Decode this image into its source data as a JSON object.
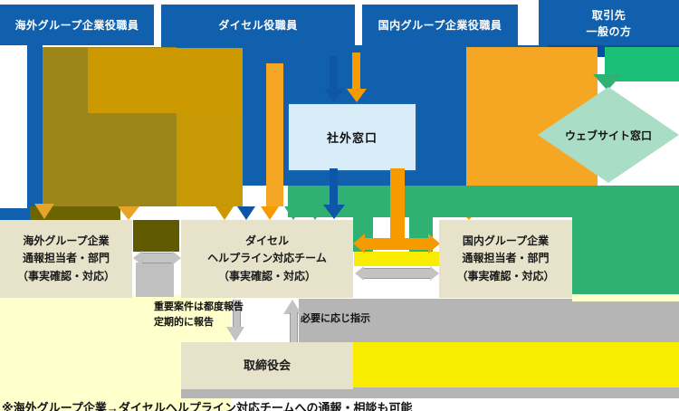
{
  "headers": [
    {
      "label": "海外グループ企業役職員"
    },
    {
      "label": "ダイセル役職員"
    },
    {
      "label": "国内グループ企業役職員"
    },
    {
      "label": "取引先",
      "label2": "一般の方"
    }
  ],
  "windows": {
    "external": "社外窓口",
    "website": "ウェブサイト窓口"
  },
  "boxes": {
    "overseas": {
      "line1": "海外グループ企業",
      "line2": "通報担当者・部門",
      "line3": "（事実確認・対応）"
    },
    "team": {
      "line1": "ダイセル",
      "line2": "ヘルプライン対応チーム",
      "line3": "（事実確認・対応）"
    },
    "domestic": {
      "line1": "国内グループ企業",
      "line2": "通報担当者・部門",
      "line3": "（事実確認・対応）"
    },
    "board": {
      "line1": "取締役会"
    }
  },
  "arrow_labels": {
    "report_line1": "重要案件は都度報告",
    "report_line2": "定期的に報告",
    "instruction": "必要に応じ指示"
  },
  "footnote": "※海外グループ企業→ダイセルヘルプライン対応チームへの通報・相談も可能",
  "colors": {
    "header_blue": "#1160ae",
    "navy_arrow": "#0d56a8",
    "gold": "#cc9a00",
    "olive": "#9c8519",
    "orange": "#f59b00",
    "green": "#2eb173",
    "diamond_green": "#aaddc6",
    "window_fill": "#d9edf8",
    "window_border": "#1a63ae",
    "box_beige": "#e7e3cb",
    "connector_gray": "#c3c3c3",
    "zone_cream": "#ffffcc",
    "zone_yellow": "#f8ec00",
    "zone_gray": "#b5b5b5"
  }
}
